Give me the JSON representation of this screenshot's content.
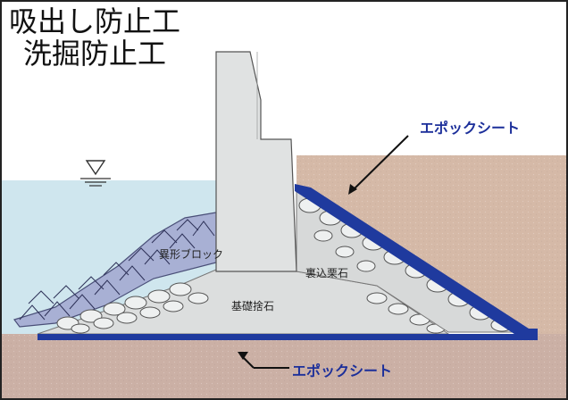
{
  "title": {
    "line1": "吸出し防止工",
    "line2": "洗掘防止工"
  },
  "labels": {
    "block": "異形ブロック",
    "backfill": "裏込栗石",
    "foundation": "基礎捨石"
  },
  "callouts": {
    "upper": "エポックシート",
    "lower": "エポックシート"
  },
  "colors": {
    "water": "#cfe6ee",
    "soil_upper": "#d5b9a7",
    "soil_lower": "#cbb0a5",
    "concrete": "#e0e2e2",
    "rubble": "#d7d9d9",
    "sheet": "#1f3a9e",
    "block_zone": "#a8b0d4"
  }
}
